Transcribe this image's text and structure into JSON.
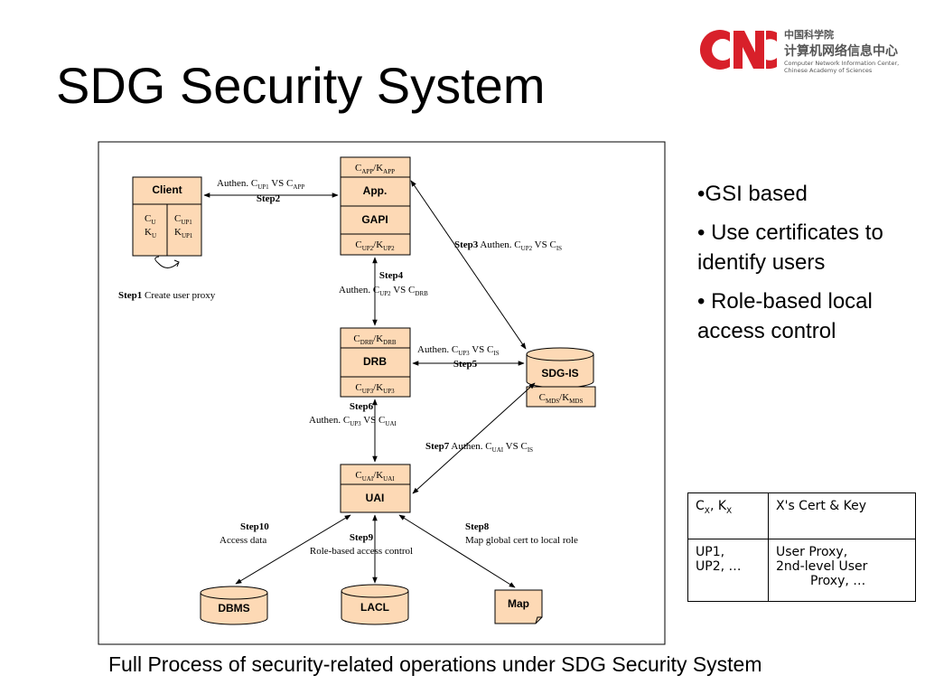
{
  "slide": {
    "title": "SDG Security System",
    "caption": "Full Process of security-related operations under SDG Security System"
  },
  "logo": {
    "mark": "CNC",
    "line1": "中国科学院",
    "line2": "计算机网络信息中心",
    "line3": "Computer Network Information Center,",
    "line4": "Chinese Academy of Sciences",
    "colors": {
      "red": "#d8202a",
      "gray": "#555555"
    }
  },
  "colors": {
    "box_fill": "#fdd9b5",
    "box_stroke": "#000000",
    "frame_stroke": "#000000"
  },
  "diagram": {
    "client": {
      "label": "Client",
      "cred_left_1": "C",
      "cred_left_1_sub": "U",
      "cred_left_2": "K",
      "cred_left_2_sub": "U",
      "cred_right_1": "C",
      "cred_right_1_sub": "UP1",
      "cred_right_2": "K",
      "cred_right_2_sub": "UP1"
    },
    "app": {
      "top_c": "C",
      "top_c_sub": "APP",
      "top_k": "/K",
      "top_k_sub": "APP",
      "label": "App.",
      "gapi": "GAPI",
      "bot_c": "C",
      "bot_c_sub": "UP2",
      "bot_k": "/K",
      "bot_k_sub": "UP2"
    },
    "drb": {
      "top_c": "C",
      "top_c_sub": "DRB",
      "top_k": "/K",
      "top_k_sub": "DRB",
      "label": "DRB",
      "bot_c": "C",
      "bot_c_sub": "UP3",
      "bot_k": "/K",
      "bot_k_sub": "UP3"
    },
    "sdgis": {
      "label": "SDG-IS",
      "cred_c": "C",
      "cred_c_sub": "MDS",
      "cred_k": "/K",
      "cred_k_sub": "MDS"
    },
    "uai": {
      "top_c": "C",
      "top_c_sub": "UAI",
      "top_k": "/K",
      "top_k_sub": "UAI",
      "label": "UAI"
    },
    "dbms": {
      "label": "DBMS"
    },
    "lacl": {
      "label": "LACL"
    },
    "map": {
      "label": "Map"
    },
    "steps": {
      "step1_bold": "Step1",
      "step1_text": " Create user proxy",
      "step2_auth": "Authen. C",
      "step2_sub1": "UP1",
      "step2_vs": " VS C",
      "step2_sub2": "APP",
      "step2_label": "Step2",
      "step3_bold": "Step3",
      "step3_auth": " Authen. C",
      "step3_sub1": "UP2",
      "step3_vs": " VS C",
      "step3_sub2": "IS",
      "step4_label": "Step4",
      "step4_auth": "Authen. C",
      "step4_sub1": "UP2",
      "step4_vs": " VS C",
      "step4_sub2": "DRB",
      "step5_auth": "Authen. C",
      "step5_sub1": "UP3",
      "step5_vs": " VS C",
      "step5_sub2": "IS",
      "step5_label": "Step5",
      "step6_label": "Step6",
      "step6_auth": "Authen. C",
      "step6_sub1": "UP3",
      "step6_vs": " VS C",
      "step6_sub2": "UAI",
      "step7_bold": "Step7",
      "step7_auth": " Authen. C",
      "step7_sub1": "UAI",
      "step7_vs": " VS C",
      "step7_sub2": "IS",
      "step8_label": "Step8",
      "step8_text": "Map global cert to local role",
      "step9_label": "Step9",
      "step9_text": "Role-based access control",
      "step10_label": "Step10",
      "step10_text": "Access data"
    }
  },
  "bullets": [
    "•GSI based",
    "• Use certificates to identify users",
    "• Role-based local access control"
  ],
  "legend": {
    "r1c1_a": "C",
    "r1c1_sub1": "X",
    "r1c1_b": ", K",
    "r1c1_sub2": "X",
    "r1c2": "X's Cert & Key",
    "r2c1_l1": "UP1,",
    "r2c1_l2": "UP2, …",
    "r2c2_l1": "User Proxy,",
    "r2c2_l2": "2nd-level User",
    "r2c2_l3": "Proxy, …"
  }
}
